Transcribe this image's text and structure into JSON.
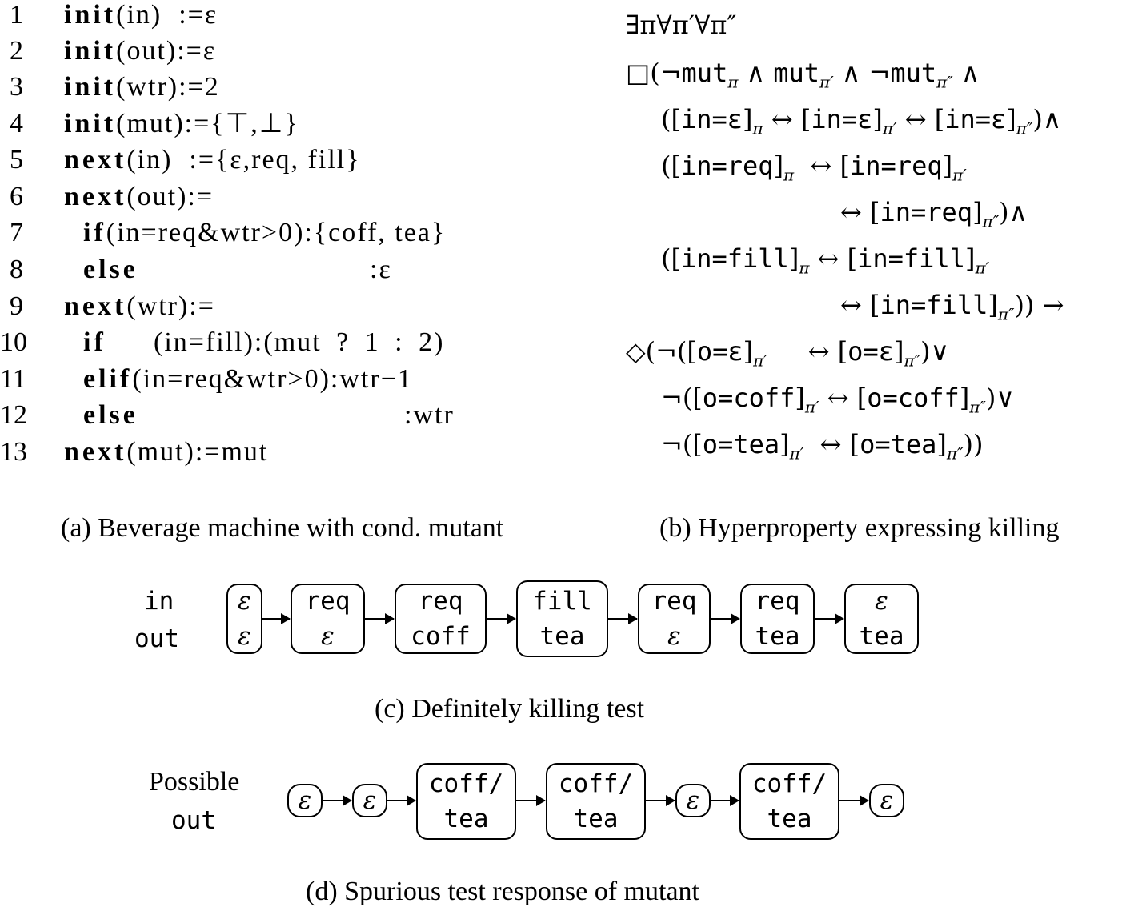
{
  "code": {
    "line_numbers": [
      "1",
      "2",
      "3",
      "4",
      "5",
      "6",
      "7",
      "8",
      "9",
      "10",
      "11",
      "12",
      "13"
    ],
    "lines": [
      {
        "kw": "init",
        "rest": "(in)  :=ε"
      },
      {
        "kw": "init",
        "rest": "(out):=ε"
      },
      {
        "kw": "init",
        "rest": "(wtr):=2"
      },
      {
        "kw": "init",
        "rest": "(mut):={⊤,⊥}"
      },
      {
        "kw": "next",
        "rest": "(in)  :={ε,req, fill}"
      },
      {
        "kw": "next",
        "rest": "(out):="
      },
      {
        "kw": "if",
        "rest": "(in=req&wtr>0):{coff, tea}"
      },
      {
        "kw": "else",
        "rest": ":ε"
      },
      {
        "kw": "next",
        "rest": "(wtr):="
      },
      {
        "kw": "if",
        "rest": "(in=fill):(mut ? 1 : 2)"
      },
      {
        "kw": "elif",
        "rest": "(in=req&wtr>0):wtr−1"
      },
      {
        "kw": "else",
        "rest": ":wtr"
      },
      {
        "kw": "next",
        "rest": "(mut):=mut"
      }
    ]
  },
  "formula": {
    "quantifiers": "∃π∀π′∀π″",
    "lines": [
      "□(¬mut_π ∧ mut_π′ ∧ ¬mut_π″ ∧",
      "([in=ε]_π ↔ [in=ε]_π′ ↔ [in=ε]_π″)∧",
      "([in=req]_π  ↔ [in=req]_π′",
      "↔ [in=req]_π″)∧",
      "([in=fill]_π ↔ [in=fill]_π′",
      "↔ [in=fill]_π″)) →",
      "◇(¬([o=ε]_π′     ↔ [o=ε]_π″)∨",
      "¬([o=coff]_π′ ↔ [o=coff]_π″)∨",
      "¬([o=tea]_π′  ↔ [o=tea]_π″))"
    ]
  },
  "captions": {
    "a": "(a) Beverage machine with cond. mutant",
    "b": "(b) Hyperproperty expressing killing",
    "c": "(c) Definitely killing test",
    "d": "(d) Spurious test response of mutant"
  },
  "test_c": {
    "row_labels": [
      "in",
      "out"
    ],
    "steps": [
      {
        "in": "ε",
        "out": "ε"
      },
      {
        "in": "req",
        "out": "ε"
      },
      {
        "in": "req",
        "out": "coff"
      },
      {
        "in": "fill",
        "out": "tea"
      },
      {
        "in": "req",
        "out": "ε"
      },
      {
        "in": "req",
        "out": "tea"
      },
      {
        "in": "ε",
        "out": "tea"
      }
    ]
  },
  "test_d": {
    "label_top": "Possible",
    "label_bottom": "out",
    "steps": [
      {
        "top": "ε",
        "bottom": ""
      },
      {
        "top": "ε",
        "bottom": ""
      },
      {
        "top": "coff/",
        "bottom": "tea"
      },
      {
        "top": "coff/",
        "bottom": "tea"
      },
      {
        "top": "ε",
        "bottom": ""
      },
      {
        "top": "coff/",
        "bottom": "tea"
      },
      {
        "top": "ε",
        "bottom": ""
      }
    ]
  }
}
